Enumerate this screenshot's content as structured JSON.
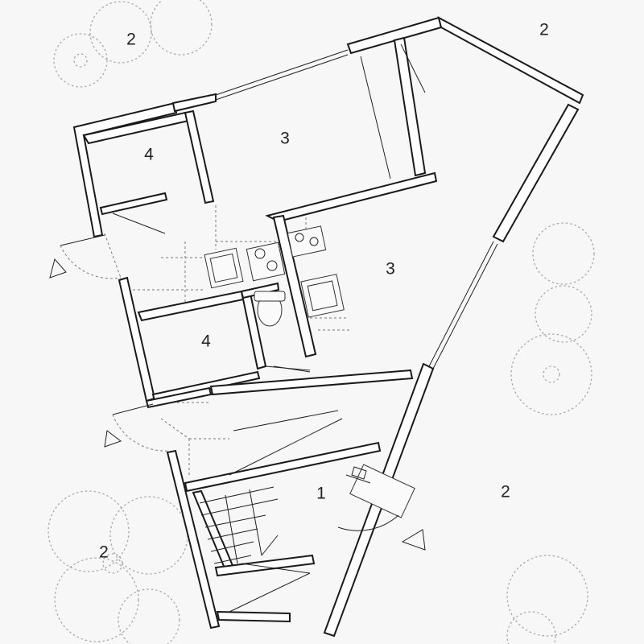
{
  "plan": {
    "room_labels": {
      "garden_top_left": "2",
      "garden_top_right": "2",
      "garden_right": "2",
      "garden_bottom_left": "2",
      "room_upper_left": "4",
      "room_upper_center": "3",
      "living_center": "3",
      "room_lower_left": "4",
      "entry_room": "1"
    }
  }
}
